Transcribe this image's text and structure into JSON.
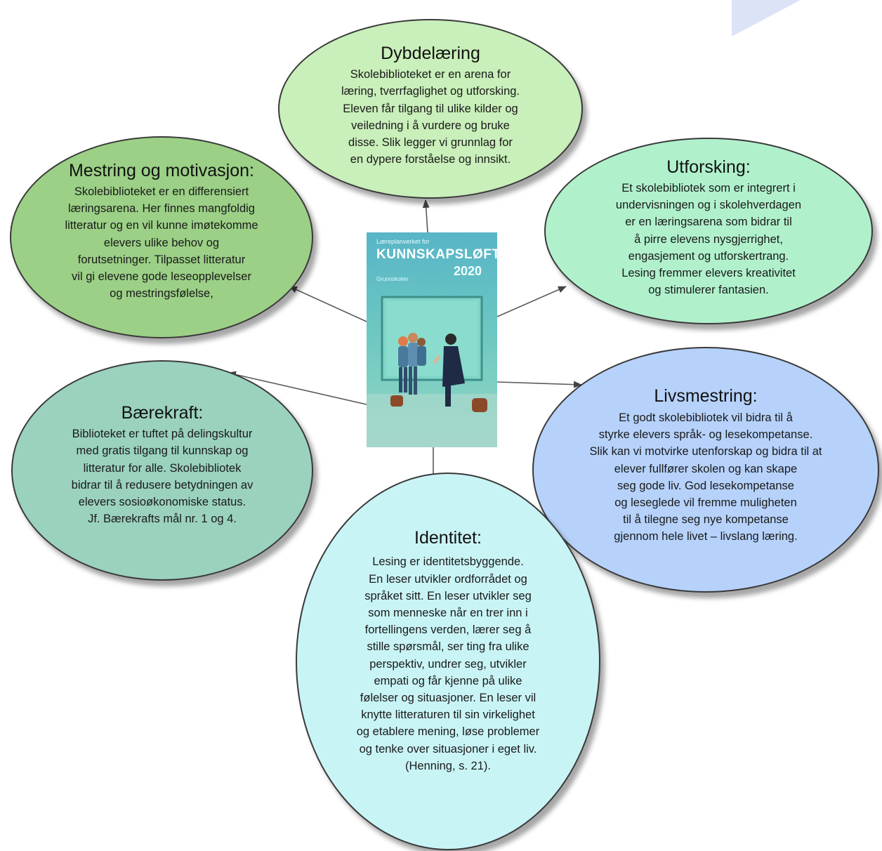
{
  "nodes": {
    "dybdelaering": {
      "title": "Dybdelæring",
      "text": "Skolebiblioteket er en arena for\nlæring, tverrfaglighet og utforsking.\nEleven får tilgang til ulike kilder og\nveiledning i å vurdere og bruke\ndisse. Slik legger vi grunnlag for\nen dypere forståelse og innsikt.",
      "color": "#c9efba"
    },
    "mestring": {
      "title": "Mestring og motivasjon:",
      "text": "Skolebiblioteket er en differensiert\nlæringsarena. Her finnes mangfoldig\nlitteratur og en vil kunne imøtekomme\nelevers ulike behov og\nforutsetninger. Tilpasset litteratur\nvil gi elevene gode leseopplevelser\nog mestringsfølelse,",
      "color": "#9bd086"
    },
    "utforsking": {
      "title": "Utforsking:",
      "text": "Et skolebibliotek som er integrert i\nundervisningen og i skolehverdagen\ner en læringsarena som bidrar til\nå pirre elevens nysgjerrighet,\nengasjement og utforskertrang.\nLesing fremmer elevers kreativitet\nog stimulerer fantasien.",
      "color": "#b0f1cc"
    },
    "baerekraft": {
      "title": "Bærekraft:",
      "text": "Biblioteket er tuftet på delingskultur\nmed gratis tilgang til kunnskap og\nlitteratur for alle. Skolebibliotek\nbidrar til å redusere betydningen av\nelevers sosioøkonomiske status.\nJf. Bærekrafts mål nr. 1 og 4.",
      "color": "#9ad2be"
    },
    "livsmestring": {
      "title": "Livsmestring:",
      "text": "Et godt skolebibliotek vil bidra til å\nstyrke elevers språk- og lesekompetanse.\nSlik kan vi motvirke utenforskap og bidra til at\nelever fullfører skolen og kan skape\nseg gode liv. God lesekompetanse\nog leseglede vil fremme muligheten\ntil å tilegne seg nye kompetanse\ngjennom hele livet – livslang læring.",
      "color": "#b6d2fb"
    },
    "identitet": {
      "title": "Identitet:",
      "text": "Lesing er identitetsbyggende.\nEn leser utvikler ordforrådet og\nspråket sitt. En leser utvikler seg\nsom menneske når en trer inn i\nfortellingens verden, lærer seg å\nstille spørsmål, ser ting fra ulike\nperspektiv, undrer seg, utvikler\nempati og får kjenne på ulike\nfølelser og situasjoner. En leser vil\nknytte litteraturen til sin virkelighet\nog etablere mening, løse problemer\nog tenke over situasjoner i eget liv.\n(Henning, s. 21).",
      "color": "#c9f4f6"
    }
  },
  "book": {
    "top_text": "Læreplanverket for",
    "title": "KUNNSKAPSLØFTET",
    "year": "2020",
    "subtitle": "Grunnskolen"
  }
}
